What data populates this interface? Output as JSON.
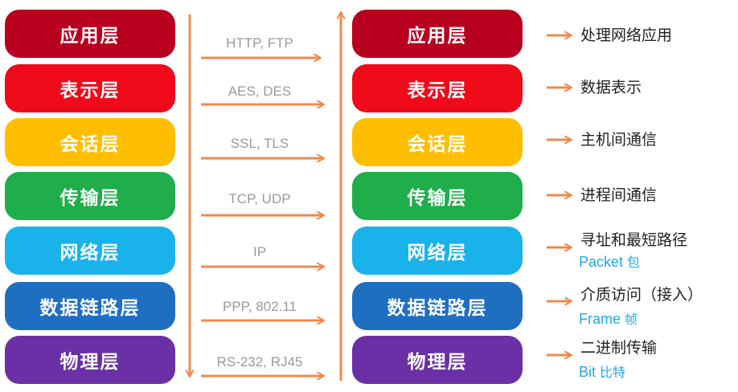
{
  "colors": {
    "arrow": "#f08a4b",
    "layers": [
      "#b8001f",
      "#ef0a1a",
      "#ffbf00",
      "#1fae4b",
      "#1ab2eb",
      "#1f6fc0",
      "#6b30a6"
    ]
  },
  "left_layers": [
    "应用层",
    "表示层",
    "会话层",
    "传输层",
    "网络层",
    "数据链路层",
    "物理层"
  ],
  "right_layers": [
    "应用层",
    "表示层",
    "会话层",
    "传输层",
    "网络层",
    "数据链路层",
    "物理层"
  ],
  "protocols": [
    "HTTP, FTP",
    "AES, DES",
    "SSL, TLS",
    "TCP, UDP",
    "IP",
    "PPP, 802.11",
    "RS-232, RJ45"
  ],
  "descriptions": [
    {
      "text": "处理网络应用"
    },
    {
      "text": "数据表示"
    },
    {
      "text": "主机间通信"
    },
    {
      "text": "进程间通信"
    },
    {
      "text": "寻址和最短路径",
      "sub_en": "Packet",
      "sub_cn": "包"
    },
    {
      "text": "介质访问（接入）",
      "sub_en": "Frame",
      "sub_cn": "帧"
    },
    {
      "text": "二进制传输",
      "sub_en": "Bit",
      "sub_cn": "比特"
    }
  ]
}
